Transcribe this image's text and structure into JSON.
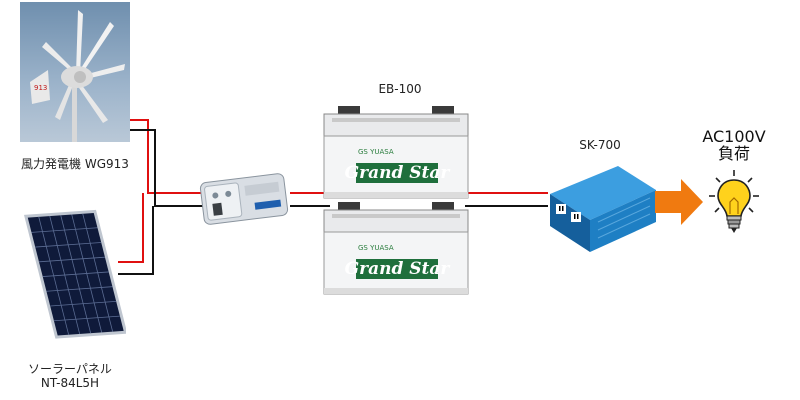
{
  "labels": {
    "wind_turbine": "風力発電機 WG913",
    "solar_panel_line1": "ソーラーパネル",
    "solar_panel_line2": "NT-84L5H",
    "battery": "EB-100",
    "inverter": "SK-700",
    "load_line1": "AC100V",
    "load_line2": "負荷"
  },
  "battery_brand": "Grand Star",
  "wire_colors": {
    "positive": "#e01010",
    "negative": "#111111"
  },
  "accent_colors": {
    "inverter": "#1e7fc4",
    "arrow": "#f07a10",
    "bulb": "#ffd21c"
  }
}
